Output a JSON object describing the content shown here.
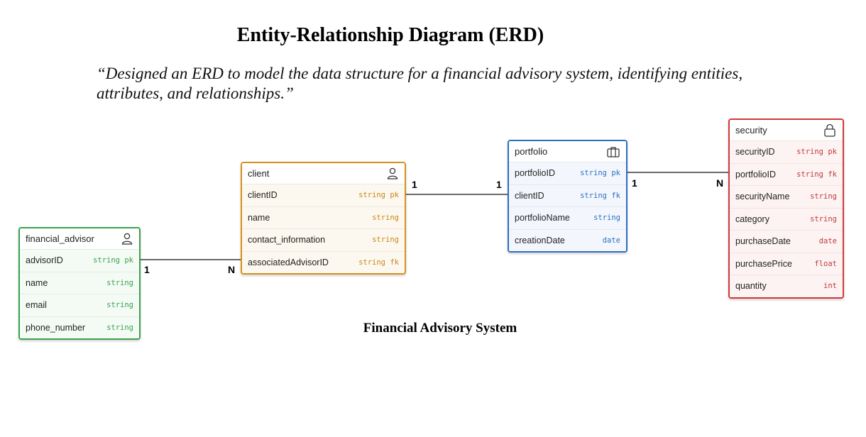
{
  "header": {
    "title": "Entity-Relationship Diagram (ERD)",
    "quote": "“Designed an ERD to model the data structure for a financial advisory system, identifying entities, attributes, and relationships.”"
  },
  "caption": "Financial Advisory System",
  "entities": {
    "financial_advisor": {
      "name": "financial_advisor",
      "icon": "user-icon",
      "fields": [
        {
          "name": "advisorID",
          "type": "string",
          "key": "pk"
        },
        {
          "name": "name",
          "type": "string",
          "key": ""
        },
        {
          "name": "email",
          "type": "string",
          "key": ""
        },
        {
          "name": "phone_number",
          "type": "string",
          "key": ""
        }
      ]
    },
    "client": {
      "name": "client",
      "icon": "user-icon",
      "fields": [
        {
          "name": "clientID",
          "type": "string",
          "key": "pk"
        },
        {
          "name": "name",
          "type": "string",
          "key": ""
        },
        {
          "name": "contact_information",
          "type": "string",
          "key": ""
        },
        {
          "name": "associatedAdvisorID",
          "type": "string",
          "key": "fk"
        }
      ]
    },
    "portfolio": {
      "name": "portfolio",
      "icon": "briefcase-icon",
      "fields": [
        {
          "name": "portfolioID",
          "type": "string",
          "key": "pk"
        },
        {
          "name": "clientID",
          "type": "string",
          "key": "fk"
        },
        {
          "name": "portfolioName",
          "type": "string",
          "key": ""
        },
        {
          "name": "creationDate",
          "type": "date",
          "key": ""
        }
      ]
    },
    "security": {
      "name": "security",
      "icon": "lock-icon",
      "fields": [
        {
          "name": "securityID",
          "type": "string",
          "key": "pk"
        },
        {
          "name": "portfolioID",
          "type": "string",
          "key": "fk"
        },
        {
          "name": "securityName",
          "type": "string",
          "key": ""
        },
        {
          "name": "category",
          "type": "string",
          "key": ""
        },
        {
          "name": "purchaseDate",
          "type": "date",
          "key": ""
        },
        {
          "name": "purchasePrice",
          "type": "float",
          "key": ""
        },
        {
          "name": "quantity",
          "type": "int",
          "key": ""
        }
      ]
    }
  },
  "relationships": [
    {
      "from": "financial_advisor.advisorID",
      "to": "client.associatedAdvisorID",
      "from_card": "1",
      "to_card": "N"
    },
    {
      "from": "client.clientID",
      "to": "portfolio.clientID",
      "from_card": "1",
      "to_card": "1"
    },
    {
      "from": "portfolio.portfolioID",
      "to": "security.portfolioID",
      "from_card": "1",
      "to_card": "N"
    }
  ],
  "colors": {
    "financial_advisor": "#3aa24e",
    "client": "#d6901e",
    "portfolio": "#2f6fc0",
    "security": "#cf3a3a"
  }
}
